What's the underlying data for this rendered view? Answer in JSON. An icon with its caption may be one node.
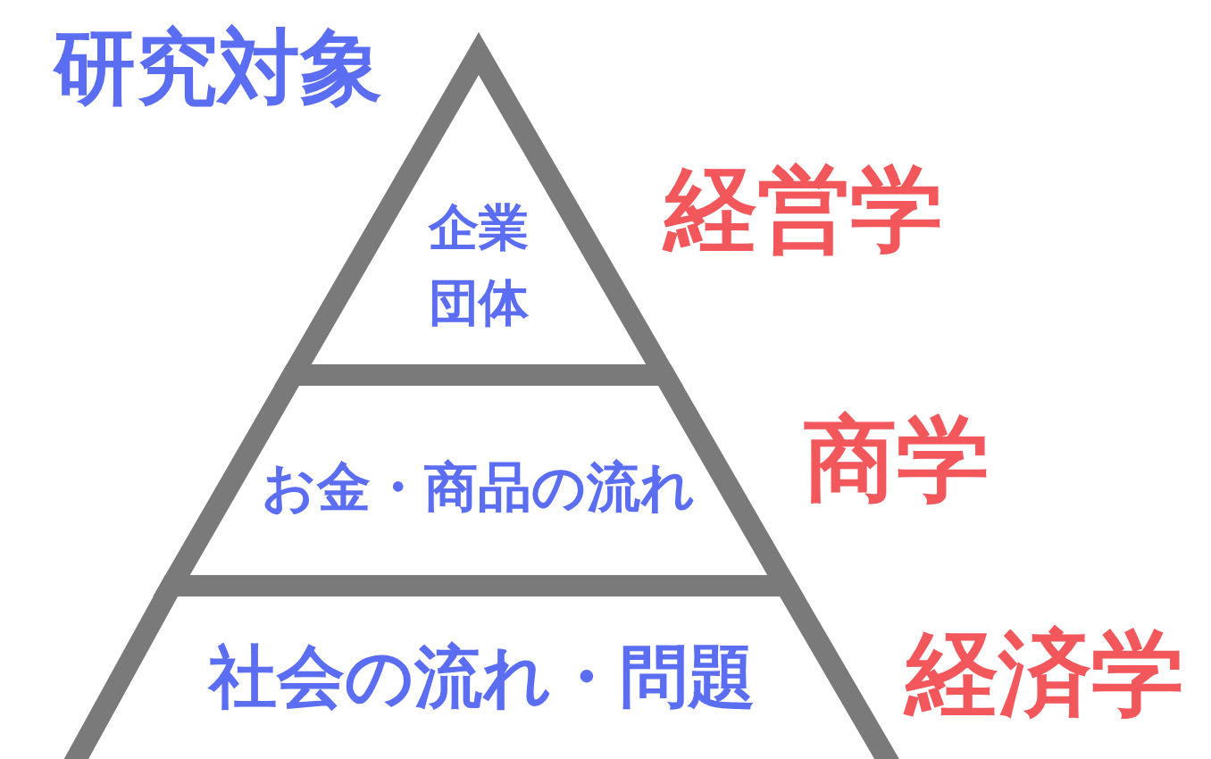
{
  "diagram": {
    "title": "研究対象",
    "nodes": [
      {
        "text": [
          "企業団体"
        ],
        "beside": [
          "経営学"
        ]
      },
      {
        "text": [
          "お金・商品の流れ"
        ],
        "beside": [
          "商学"
        ]
      },
      {
        "text": [
          "社会の流れ・問題"
        ],
        "beside": [
          "経済学"
        ]
      }
    ]
  }
}
